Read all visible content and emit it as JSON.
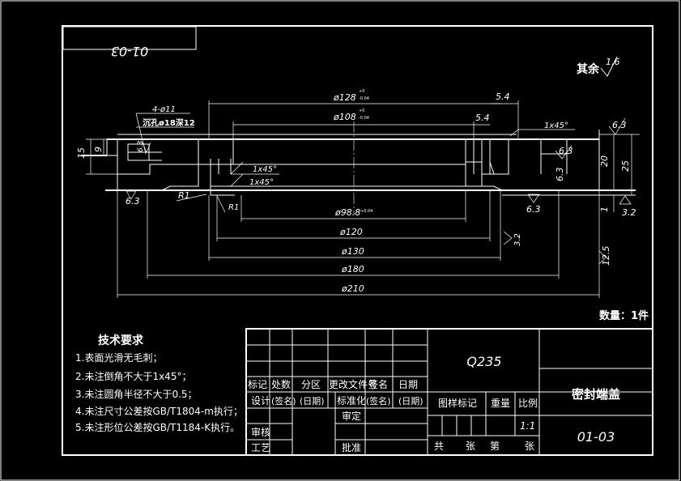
{
  "drawing_number_mirrored": "01-03",
  "roughness_rest": {
    "label": "其余",
    "value": "1.6"
  },
  "quantity": "数量：1件",
  "dimensions": {
    "d128": "ø128",
    "d128_tol_up": "+0",
    "d128_tol_dn": "-0.04",
    "d108": "ø108",
    "d108_tol_up": "+0",
    "d108_tol_dn": "-0.04",
    "d98": "ø98.8",
    "d98_tol": "+0.04",
    "d120": "ø120",
    "d130": "ø130",
    "d180": "ø180",
    "d210": "ø210",
    "w54a": "5.4",
    "w54b": "5.4",
    "h15": "15",
    "h9": "9",
    "h20": "20",
    "h25": "25",
    "h1": "1",
    "holes": "4-ø11",
    "counterbore": "沉孔ø18深12",
    "chamfer1": "1x45°",
    "chamfer2": "1x45°",
    "chamfer3": "1x45°",
    "r1a": "R1",
    "r1b": "R1",
    "ra63": "6.3",
    "ra32": "3.2",
    "ra125": "12.5"
  },
  "tech_req": {
    "title": "技术要求",
    "items": [
      "1.表面光滑无毛刺；",
      "2.未注倒角不大于1x45°；",
      "3.未注圆角半径不大于0.5；",
      "4.未注尺寸公差按GB/T1804-m执行；",
      "5.未注形位公差按GB/T1184-K执行。"
    ]
  },
  "title_block": {
    "material": "Q235",
    "part_name": "密封端盖",
    "drawing_no": "01-03",
    "scale": "1:1",
    "row_labels": [
      "标记",
      "处数",
      "分区",
      "更改文件号",
      "签名",
      "日期"
    ],
    "design_row": [
      "设计",
      "(签名)",
      "(日期)",
      "标准化",
      "(签名)",
      "(日期)"
    ],
    "check": "审核",
    "process": "工艺",
    "review": "审定",
    "approve": "批准",
    "stage_mark": "图样标记",
    "weight": "重量",
    "scale_label": "比例",
    "sheets": [
      "共",
      "张",
      "第",
      "张"
    ]
  }
}
